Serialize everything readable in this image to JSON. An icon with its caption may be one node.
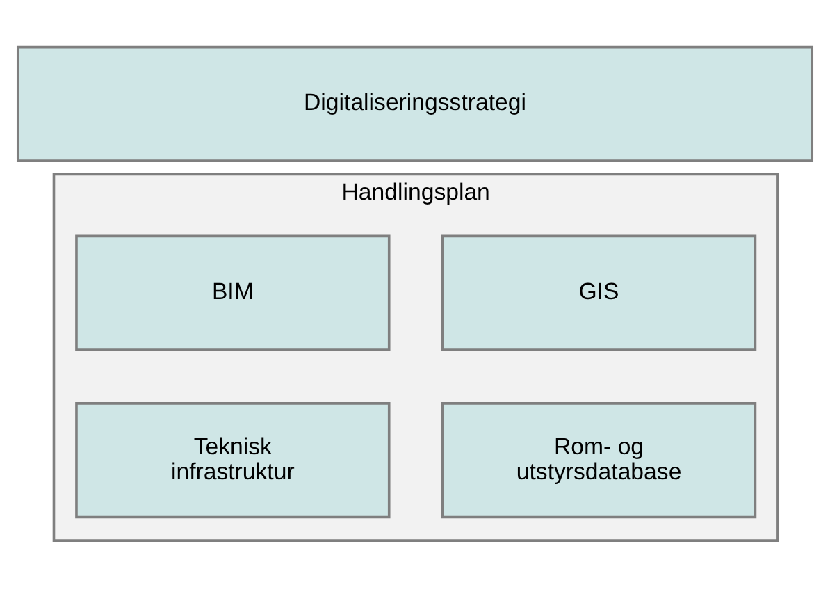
{
  "diagram": {
    "nodes": [
      {
        "text": [
          "Digitaliseringsstrategi"
        ]
      },
      {
        "text": [
          "Handlingsplan"
        ]
      },
      {
        "text": [
          "GIS"
        ],
        "in": 1
      },
      {
        "text": [
          "BIM"
        ],
        "in": 1
      },
      {
        "text": [
          "Rom- og utstyrsdatabase"
        ],
        "in": 1
      },
      {
        "text": [
          "Teknisk infrastruktur"
        ],
        "in": 1
      }
    ]
  }
}
